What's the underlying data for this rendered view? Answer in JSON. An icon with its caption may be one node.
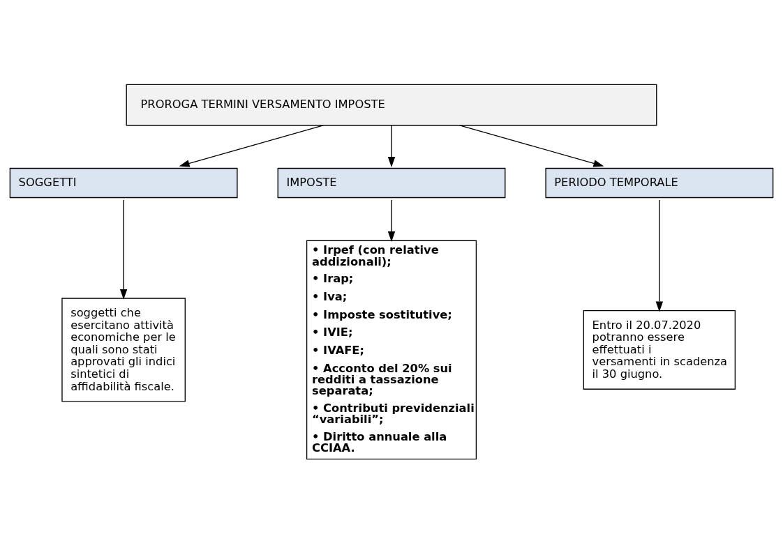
{
  "diagram": {
    "nodes": [
      {
        "text": [
          "PROROGA TERMINI VERSAMENTO IMPOSTE"
        ]
      },
      {
        "text": [
          "SOGGETTI"
        ]
      },
      {
        "text": [
          "IMPOSTE"
        ]
      },
      {
        "text": [
          "PERIODO TEMPORALE"
        ]
      },
      {
        "text": [
          "soggetti che esercitano attività economiche per le quali sono stati approvati gli indici sintetici di affidabilità fiscale."
        ]
      },
      {
        "text": [
          "• Irpef (con relative addizionali);",
          "• Irap;",
          "• Iva;",
          "• Imposte sostitutive;",
          "• IVIE;",
          "• IVAFE;",
          "• Acconto del 20% sui redditi a tassazione separata;",
          "• Contributi previdenziali “variabili”;",
          "• Diritto annuale alla CCIAA."
        ]
      },
      {
        "text": [
          "Entro il 20.07.2020 potranno essere effettuati i versamenti in scadenza il 30 giugno."
        ]
      }
    ],
    "edges": [
      {
        "from": 0,
        "to": 1,
        "arrow": "to"
      },
      {
        "from": 0,
        "to": 2,
        "arrow": "to"
      },
      {
        "from": 0,
        "to": 3,
        "arrow": "to"
      },
      {
        "from": 1,
        "to": 4,
        "arrow": "to"
      },
      {
        "from": 2,
        "to": 5,
        "arrow": "to"
      },
      {
        "from": 3,
        "to": 6,
        "arrow": "to"
      }
    ]
  }
}
